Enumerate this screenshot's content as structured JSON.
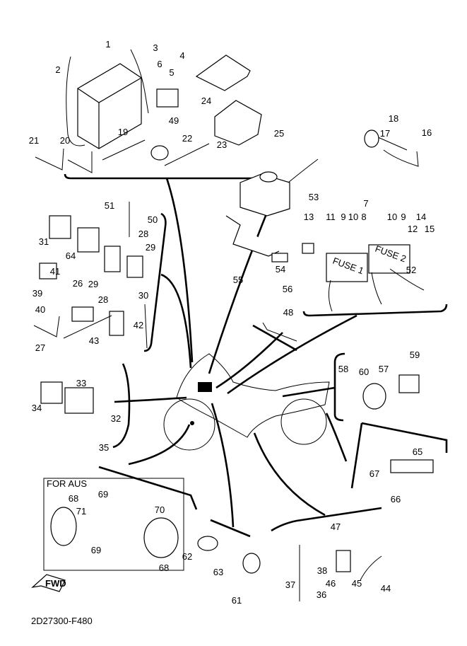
{
  "diagram": {
    "code": "2D27300-F480",
    "region_note": "FOR AUS",
    "fwd_label": "FWD",
    "fuse_labels": [
      "FUSE 1",
      "FUSE 2"
    ],
    "callouts": [
      "1",
      "2",
      "3",
      "4",
      "5",
      "6",
      "24",
      "23",
      "25",
      "49",
      "19",
      "22",
      "21",
      "20",
      "17",
      "18",
      "16",
      "53",
      "7",
      "11",
      "9",
      "10",
      "8",
      "10",
      "9",
      "12",
      "14",
      "15",
      "13",
      "54",
      "55",
      "56",
      "52",
      "51",
      "50",
      "31",
      "64",
      "28",
      "29",
      "29",
      "28",
      "41",
      "39",
      "26",
      "40",
      "30",
      "42",
      "43",
      "27",
      "48",
      "58",
      "60",
      "57",
      "59",
      "33",
      "34",
      "32",
      "35",
      "65",
      "67",
      "66",
      "68",
      "69",
      "71",
      "70",
      "69",
      "68",
      "62",
      "63",
      "61",
      "47",
      "38",
      "46",
      "45",
      "44",
      "37",
      "36"
    ]
  }
}
